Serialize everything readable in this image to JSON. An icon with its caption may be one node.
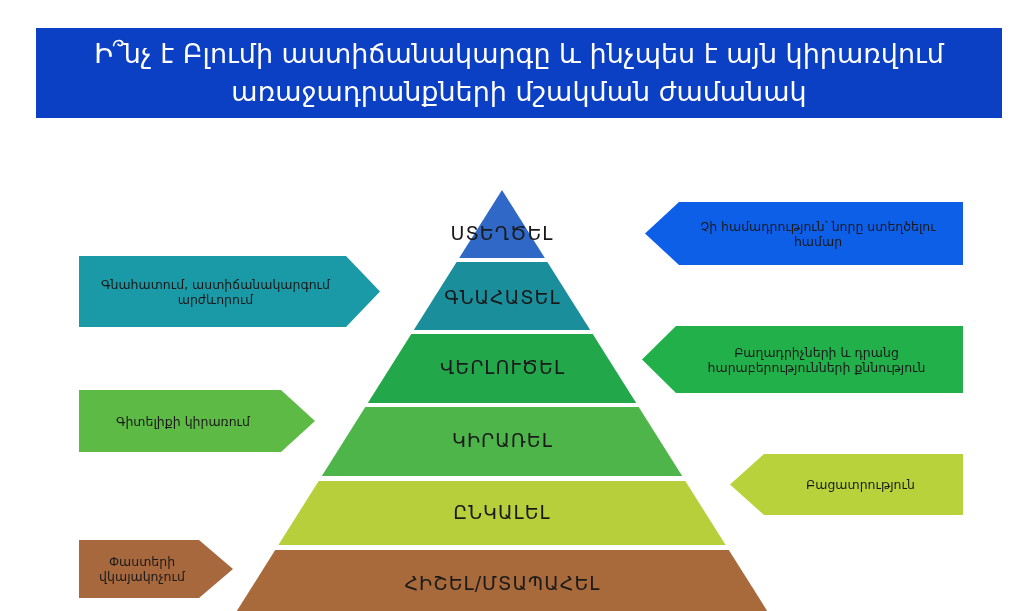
{
  "diagram": {
    "title": "Ի՞նչ է Բլումի աստիճանակարգը և ինչպես է այն կիրառվում առաջադրանքների մշակման ժամանակ",
    "nodes": [
      {
        "text": [
          "ՍՏԵՂԾԵԼ"
        ]
      },
      {
        "text": [
          "ԳՆԱՀԱՏԵԼ"
        ]
      },
      {
        "text": [
          "ՎԵՐԼՈՒԾԵԼ"
        ]
      },
      {
        "text": [
          "ԿԻՐԱՌԵԼ"
        ]
      },
      {
        "text": [
          "ԸՆԿԱԼԵԼ"
        ]
      },
      {
        "text": [
          "ՀԻՇԵԼ/ՄՏԱՊԱՀԵԼ"
        ]
      },
      {
        "text": [
          "Չի համադրություն՝ նորը ստեղծելու համար"
        ]
      },
      {
        "text": [
          "Գնահատում, աստիճանակարգում արժևորում"
        ]
      },
      {
        "text": [
          "Բաղադրիչների և դրանց հարաբերությունների քննություն"
        ]
      },
      {
        "text": [
          "Գիտելիքի կիրառում"
        ]
      },
      {
        "text": [
          "Բացատրություն"
        ]
      },
      {
        "text": [
          "Փաստերի վկայակոչում"
        ]
      }
    ],
    "edges": []
  }
}
